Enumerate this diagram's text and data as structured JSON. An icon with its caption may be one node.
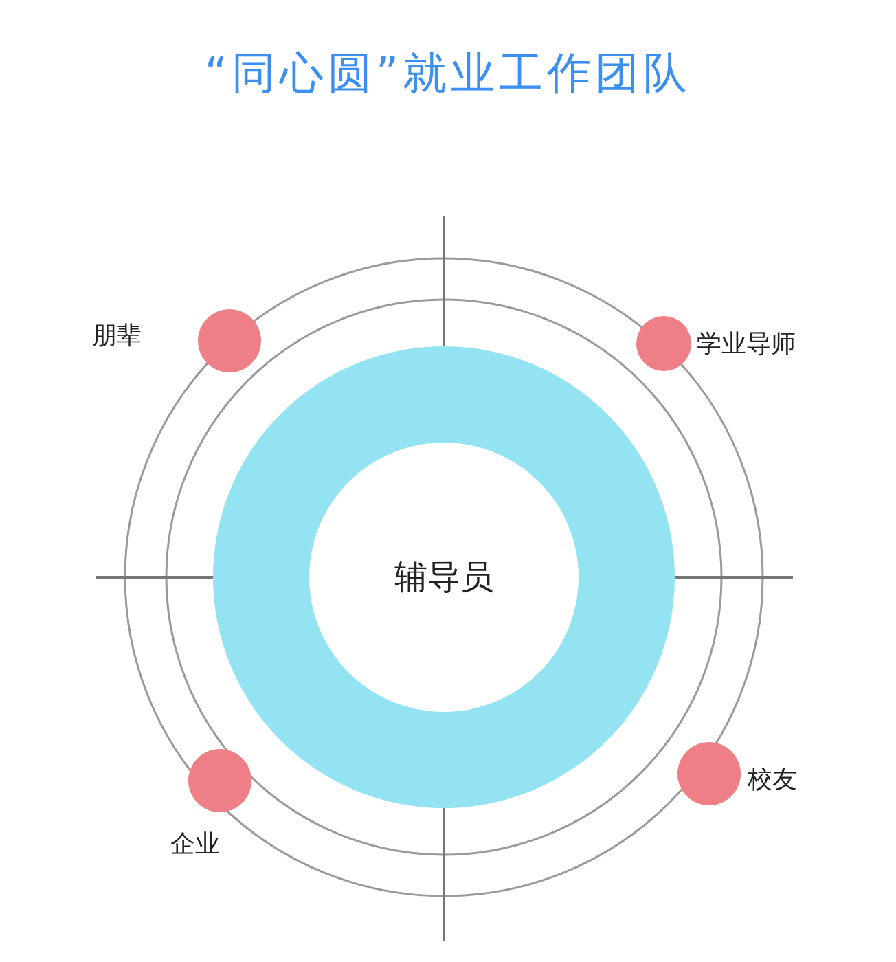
{
  "diagram": {
    "title": "“同心圆”就业工作团队",
    "nodes": [
      {
        "text": [
          "辅导员"
        ]
      },
      {
        "text": [],
        "shape": "circle",
        "beside": [
          "朋辈"
        ]
      },
      {
        "text": [],
        "shape": "circle",
        "beside": [
          "学业导师"
        ]
      },
      {
        "text": [],
        "shape": "circle",
        "beside": [
          "企业"
        ]
      },
      {
        "text": [],
        "shape": "circle",
        "beside": [
          "校友"
        ]
      }
    ],
    "edges": []
  }
}
